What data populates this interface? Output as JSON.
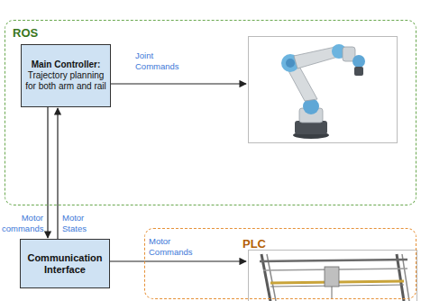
{
  "diagram": {
    "nodes": [
      {
        "text": [
          "ROS"
        ]
      },
      {
        "text": [
          "Main Controller:",
          "Trajectory planning for both arm and rail"
        ],
        "in": 0
      },
      {
        "text": [
          "Communication Interface"
        ]
      },
      {
        "text": [
          "PLC"
        ]
      }
    ],
    "edges": [
      {
        "from": 1,
        "to": 2,
        "label": "Motor commands",
        "arrow": "to"
      },
      {
        "from": 2,
        "to": 1,
        "label": "Motor States",
        "arrow": "to"
      }
    ],
    "labels": [
      "Joint Commands",
      "Motor Commands"
    ]
  }
}
